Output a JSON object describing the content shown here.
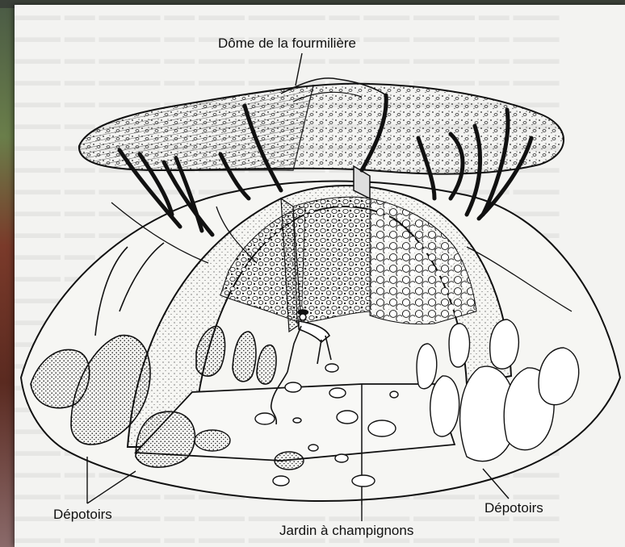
{
  "labels": {
    "dome": "Dôme de la fourmilière",
    "depotoirs_left": "Dépotoirs",
    "depotoirs_right": "Dépotoirs",
    "jardin": "Jardin à champignons"
  },
  "colors": {
    "paper": "#f3f3f1",
    "ink": "#111111",
    "background_photo_green": "#6a7e4a",
    "background_photo_red": "#7a3a2a"
  }
}
